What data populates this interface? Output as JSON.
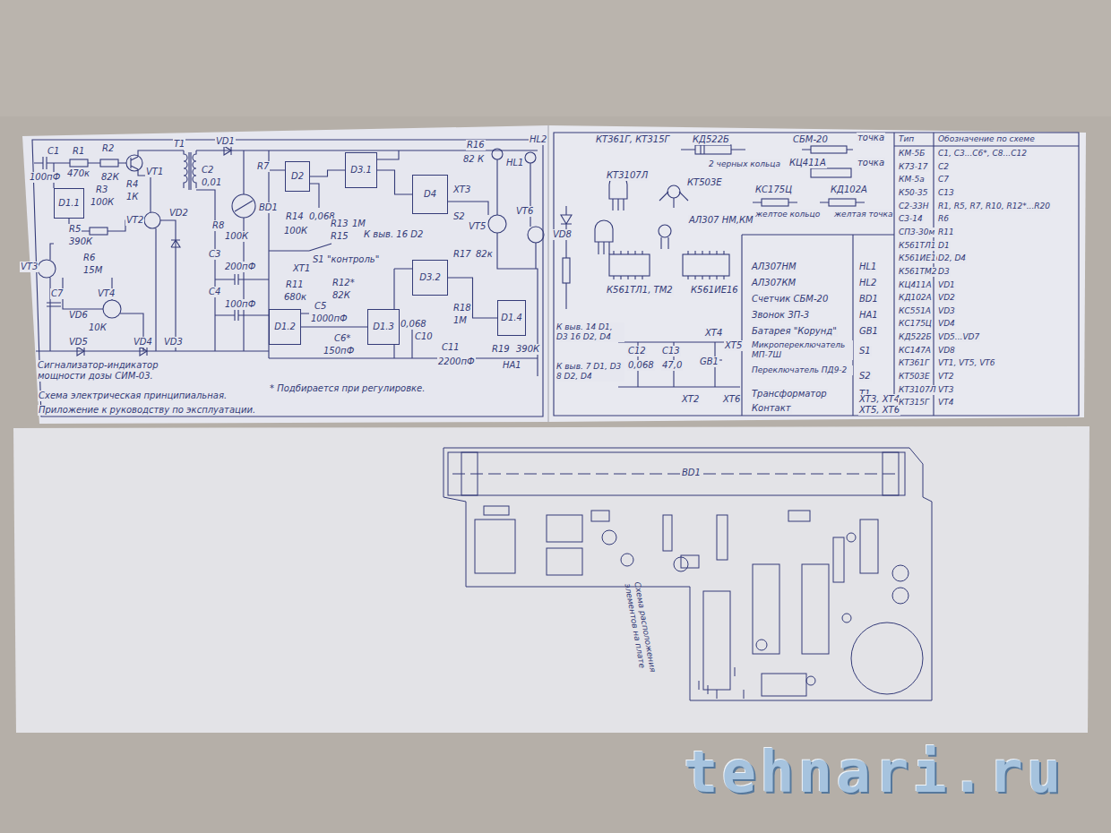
{
  "diagram": {
    "title": "Сигнализатор-индикатор мощности дозы СИМ-03.",
    "nodes": [
      {
        "text": [
          "D1.1"
        ]
      },
      {
        "text": [
          "D2"
        ]
      },
      {
        "text": [
          "D3.1"
        ]
      },
      {
        "text": [
          "D4"
        ]
      },
      {
        "text": [
          "D3.2"
        ]
      },
      {
        "text": [
          "D1.4"
        ]
      },
      {
        "text": [
          "D1.2"
        ]
      },
      {
        "text": [
          "D1.3"
        ]
      }
    ],
    "edges": [
      {
        "from": 1,
        "to": 2,
        "arrow": "none"
      },
      {
        "from": 2,
        "to": 3,
        "arrow": "none"
      },
      {
        "from": 4,
        "to": 5,
        "arrow": "none"
      },
      {
        "from": 6,
        "to": 7,
        "arrow": "none"
      }
    ],
    "labels": [
      "C1",
      "100пФ",
      "R1",
      "470к",
      "R2",
      "82К",
      "VT1",
      "T1",
      "VD1",
      "C2",
      "0,01",
      "R7",
      "BD1",
      "R3",
      "100К",
      "R4",
      "1К",
      "VT2",
      "VD2",
      "R8",
      "100К",
      "C3",
      "200пФ",
      "C4",
      "100пФ",
      "R5",
      "390К",
      "R6",
      "15М",
      "VT3",
      "VT4",
      "C7",
      "VD6",
      "10К",
      "VD5",
      "VD4",
      "VD3",
      "R14",
      "0,068",
      "100К",
      "R13",
      "1М",
      "R15",
      "К выв. 16 D2",
      "R16",
      "82 К",
      "HL1",
      "HL2",
      "VT5",
      "VT6",
      "XT3",
      "S2",
      "XT1",
      "S1 \"контроль\"",
      "R17",
      "82к",
      "R11",
      "680к",
      "R12*",
      "82К",
      "C5",
      "1000пФ",
      "C6*",
      "150пФ",
      "C10",
      "0,068",
      "R18",
      "1М",
      "C11",
      "2200пФ",
      "R19",
      "390К",
      "HA1",
      "VD8",
      "* Подбирается при регулировке.",
      "Схема электрическая принципиальная.",
      "Приложение к руководству по эксплуатации.",
      "КТ361Г, КТ315Г",
      "КТ3107Л",
      "КД522Б",
      "2 черных кольца",
      "КТ503Е",
      "СБМ-20",
      "точка",
      "КЦ411А",
      "точка",
      "КС175Ц",
      "КД102А",
      "желтое кольцо",
      "желтая точка",
      "АЛ307 НМ,КМ",
      "К561ТЛ1, ТМ2",
      "К561ИЕ16",
      "К выв. 14 D1, D3 16 D2, D4",
      "К выв. 7 D1, D3 8 D2, D4",
      "C12",
      "0,068",
      "C13",
      "47,0",
      "GB1",
      "XT4",
      "XT5",
      "XT2",
      "XT6",
      "АЛ307НМ",
      "HL1",
      "АЛ307КМ",
      "HL2",
      "Счетчик СБМ-20",
      "BD1",
      "Звонок ЗП-3",
      "HA1",
      "Батарея \"Корунд\"",
      "GB1",
      "Микропереключатель МП-7Ш",
      "S1",
      "Переключатель ПД9-2",
      "S2",
      "Трансформатор",
      "T1",
      "Контакт",
      "XT3, XT4",
      "XT5, XT6",
      "Тип",
      "Обозначение по схеме",
      "КМ-5Б",
      "C1, C3...C6*, C8...C12",
      "К73-17",
      "C2",
      "КМ-5а",
      "C7",
      "К50-35",
      "C13",
      "C2-33Н",
      "R1, R5, R7, R10, R12*...R20",
      "C3-14",
      "R6",
      "СП3-30м",
      "R11",
      "К561ТЛ1",
      "D1",
      "К561ИЕ16",
      "D2, D4",
      "К561ТМ2",
      "D3",
      "КЦ411А",
      "VD1",
      "КД102А",
      "VD2",
      "КС551А",
      "VD3",
      "КС175Ц",
      "VD4",
      "КД522Б",
      "VD5...VD7",
      "КС147А",
      "VD8",
      "КТ361Г",
      "VT1, VT5, VT6",
      "КТ503Е",
      "VT2",
      "КТ3107Л",
      "VT3",
      "КТ315Г",
      "VT4",
      "BD1",
      "Схема расположения элементов на плате",
      "tehnari.ru"
    ]
  }
}
